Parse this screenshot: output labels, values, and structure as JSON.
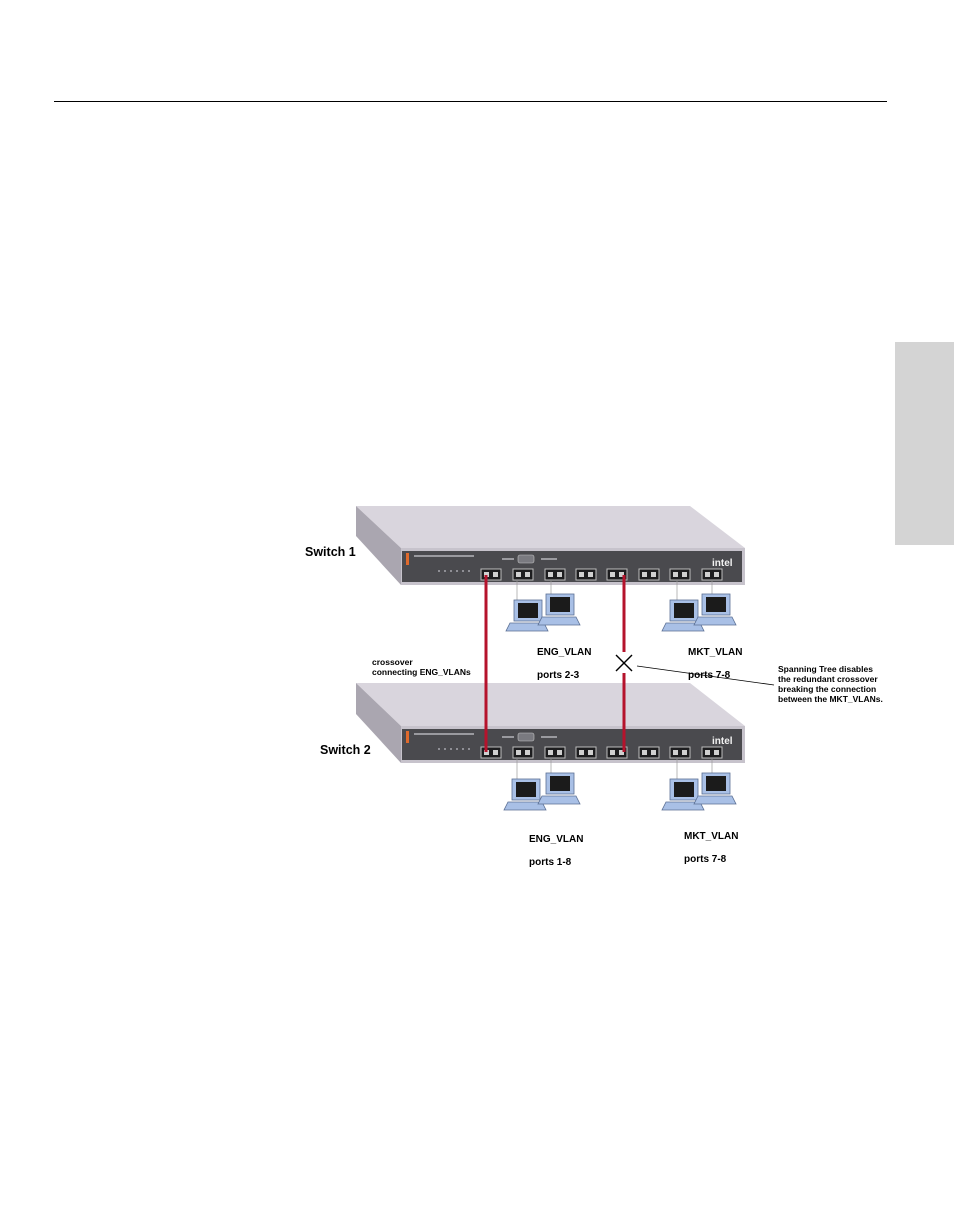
{
  "switch1": {
    "name": "Switch 1",
    "brand": "intel",
    "eng_vlan": {
      "name": "ENG_VLAN",
      "ports": "ports 2-3"
    },
    "mkt_vlan": {
      "name": "MKT_VLAN",
      "ports": "ports 7-8"
    }
  },
  "switch2": {
    "name": "Switch 2",
    "brand": "intel",
    "eng_vlan": {
      "name": "ENG_VLAN",
      "ports": "ports 1-8"
    },
    "mkt_vlan": {
      "name": "MKT_VLAN",
      "ports": "ports 7-8"
    }
  },
  "crossover_label": "crossover\nconnecting ENG_VLANs",
  "spanning_tree_note": "Spanning Tree disables\nthe redundant crossover\nbreaking the connection\nbetween the MKT_VLANs.",
  "colors": {
    "cable": "#b5132c",
    "switch_top": "#d9d5dd",
    "switch_face": "#4a4a4e",
    "monitor": "#a9c0e6",
    "side_tab": "#d4d4d4"
  }
}
